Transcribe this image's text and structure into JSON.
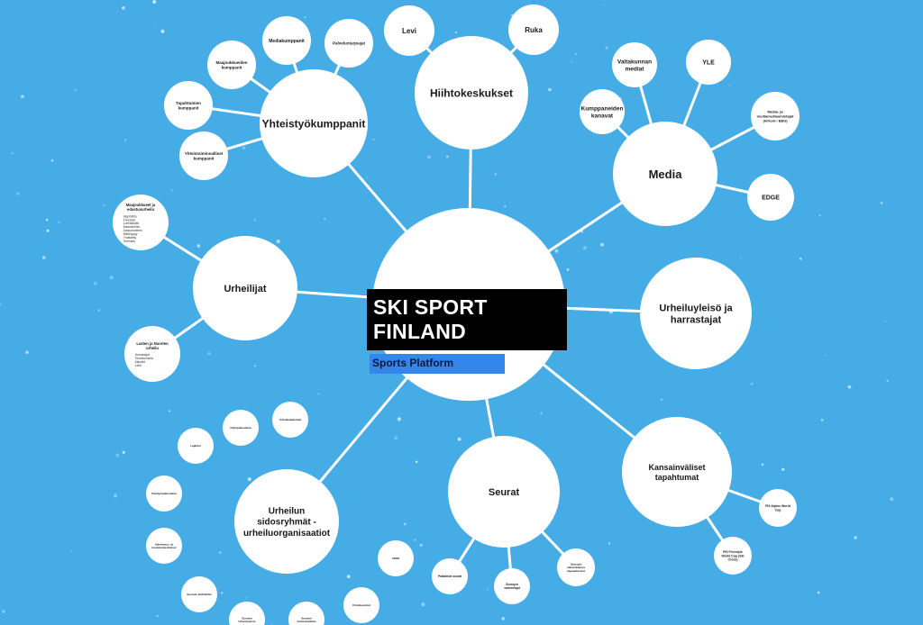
{
  "title": {
    "line1": "SKI SPORT",
    "line2": "FINLAND",
    "subtitle": "Sports Platform"
  },
  "colors": {
    "background": "#45ace5",
    "node_fill": "#ffffff",
    "connector": "#ffffff",
    "title_bg": "#000000",
    "subtitle_bg": "#3486ea"
  },
  "nodes": [
    {
      "id": "center",
      "label": ""
    },
    {
      "id": "yhteistyo",
      "label": "Yhteistyökumppanit"
    },
    {
      "id": "hiihtokeskukset",
      "label": "Hiihtokeskukset"
    },
    {
      "id": "media",
      "label": "Media"
    },
    {
      "id": "urheiluyleiso",
      "label": "Urheiluyleisö ja harrastajat"
    },
    {
      "id": "kansainvaliset",
      "label": "Kansainväliset tapahtumat"
    },
    {
      "id": "seurat",
      "label": "Seurat"
    },
    {
      "id": "sidosryhmat",
      "label": "Urheilun sidosryhmät - urheiluorganisaatiot"
    },
    {
      "id": "urheilijat",
      "label": "Urheilijat"
    },
    {
      "id": "mediakumppanit",
      "label": "Mediakumppanit"
    },
    {
      "id": "palveluntarjoajat",
      "label": "Palveluntarjoajat"
    },
    {
      "id": "maajoukkueiden",
      "label": "Maajoukkueiden kumppanit"
    },
    {
      "id": "tapahtumien",
      "label": "Tapahtumien kumppanit"
    },
    {
      "id": "yhteistoiminnalliset",
      "label": "Yhteistoiminnalliset kumppanit"
    },
    {
      "id": "levi",
      "label": "Levi"
    },
    {
      "id": "ruka",
      "label": "Ruka"
    },
    {
      "id": "valtakunnan",
      "label": "Valtakunnan mediat"
    },
    {
      "id": "yle",
      "label": "YLE"
    },
    {
      "id": "kumppaneiden",
      "label": "Kumppaneiden kanavat"
    },
    {
      "id": "mediaomistajat",
      "label": "Media- ja mediamediaomistajat (Infront / EBU)"
    },
    {
      "id": "edge",
      "label": "EDGE"
    },
    {
      "id": "fisalpine",
      "label": "FIS Alpine World Cup"
    },
    {
      "id": "fisfreestyle",
      "label": "FIS Freestyle World Cup (Ski Cross)"
    },
    {
      "id": "seurat-a",
      "label": "Paikalliset seurat"
    },
    {
      "id": "seurat-b",
      "label": "Seurojen valmentajat"
    },
    {
      "id": "seurat-c",
      "label": "Seurojen valmentajat ja vapaaehtoiset"
    },
    {
      "id": "maajoukkueet",
      "label": "Maajoukkueet ja edustusurheilu"
    },
    {
      "id": "lasten",
      "label": "Lasten ja Nuorten urheilu"
    },
    {
      "id": "olympiakomitea",
      "label": "Olympiakomitea"
    },
    {
      "id": "urheiluakatemiat",
      "label": "Urheiluakatemiat"
    },
    {
      "id": "lajiliitot",
      "label": "Lajiliitot"
    },
    {
      "id": "paralympia",
      "label": "Paralympiakomitea"
    },
    {
      "id": "valmennus",
      "label": "Valmennus- ja koulutuskeskukset"
    },
    {
      "id": "sidos-a",
      "label": "Suomen Hiihtoliitto"
    },
    {
      "id": "sidos-b",
      "label": "Suomen Urheiluopisto"
    },
    {
      "id": "sidos-c",
      "label": "Suomen Voimisteluliitto"
    },
    {
      "id": "sidos-d",
      "label": "Urheiluopistot"
    },
    {
      "id": "sidos-e",
      "label": "ADDE"
    }
  ],
  "lists": {
    "maajoukkueet": [
      "Alppihiihto",
      "Freestyle",
      "Lumilautailu",
      "Maastohiihto",
      "Ampumahiihto",
      "Mäkihyppy",
      "Yhdistetty",
      "Telemark"
    ],
    "lasten": [
      "Harrastajat",
      "Seuratoiminta",
      "Kilpailut",
      "Leirit"
    ]
  }
}
